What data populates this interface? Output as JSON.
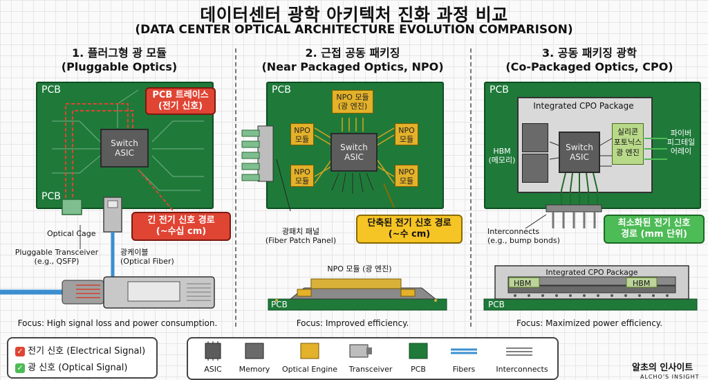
{
  "header": {
    "title_ko": "데이터센터 광학 아키텍처 진화 과정 비교",
    "title_en": "(DATA CENTER OPTICAL ARCHITECTURE EVOLUTION COMPARISON)"
  },
  "panels": {
    "pluggable": {
      "title_ko": "1. 플러그형 광 모듈",
      "title_en": "(Pluggable Optics)",
      "pcb": "PCB",
      "asic_line1": "Switch",
      "asic_line2": "ASIC",
      "callout_trace_1": "PCB 트레이스",
      "callout_trace_2": "(전기 신호)",
      "callout_path_1": "긴 전기 신호 경로",
      "callout_path_2": "(~수십 cm)",
      "optical_cage": "Optical Cage",
      "transceiver_1": "Pluggable Transceiver",
      "transceiver_2": "(e.g., QSFP)",
      "fiber_1": "광케이블",
      "fiber_2": "(Optical Fiber)",
      "focus": "Focus: High signal loss and power consumption."
    },
    "npo": {
      "title_ko": "2. 근접 공동 패키징",
      "title_en": "(Near Packaged Optics, NPO)",
      "pcb": "PCB",
      "asic_line1": "Switch",
      "asic_line2": "ASIC",
      "module_top_1": "NPO 모듈",
      "module_top_2": "(광 엔진)",
      "module_1": "NPO",
      "module_2": "모듈",
      "patch_1": "광패치 패널",
      "patch_2": "(Fiber Patch Panel)",
      "callout_1": "단축된 전기 신호 경로",
      "callout_2": "(~수 cm)",
      "side_label": "NPO 모듈 (광 엔진)",
      "side_pcb": "PCB",
      "focus": "Focus: Improved efficiency."
    },
    "cpo": {
      "title_ko": "3. 공동 패키징 광학",
      "title_en": "(Co-Packaged Optics, CPO)",
      "pcb": "PCB",
      "package_label": "Integrated CPO Package",
      "asic_line1": "Switch",
      "asic_line2": "ASIC",
      "hbm_1": "HBM",
      "hbm_2": "(메모리)",
      "engine_1": "실리콘",
      "engine_2": "포토닉스",
      "engine_3": "광 엔진",
      "pigtail_1": "파이버",
      "pigtail_2": "피그테일",
      "pigtail_3": "어레이",
      "interconnects_1": "Interconnects",
      "interconnects_2": "(e.g., bump bonds)",
      "callout_1": "최소화된 전기 신호",
      "callout_2": "경로 (mm 단위)",
      "side_label": "Integrated CPO Package",
      "side_hbm": "HBM",
      "side_pcb": "PCB",
      "focus": "Focus: Maximized power efficiency."
    }
  },
  "signal_legend": {
    "electrical": "전기 신호 (Electrical Signal)",
    "optical": "광 신호 (Optical Signal)"
  },
  "component_legend": [
    {
      "label": "ASIC",
      "icon": "asic-icon"
    },
    {
      "label": "Memory",
      "icon": "memory-icon"
    },
    {
      "label": "Optical Engine",
      "icon": "optical-engine-icon"
    },
    {
      "label": "Transceiver",
      "icon": "transceiver-icon"
    },
    {
      "label": "PCB",
      "icon": "pcb-icon"
    },
    {
      "label": "Fibers",
      "icon": "fibers-icon"
    },
    {
      "label": "Interconnects",
      "icon": "interconnects-icon"
    }
  ],
  "watermark": {
    "brand": "알초의 인사이트",
    "sub": "ALCHO'S INSIGHT"
  },
  "colors": {
    "pcb": "#1f7a3a",
    "asic": "#5c5c5c",
    "optical_engine": "#e3b12a",
    "electrical": "#e04433",
    "optical": "#4dbb56",
    "fiber": "#4a9fd8"
  }
}
